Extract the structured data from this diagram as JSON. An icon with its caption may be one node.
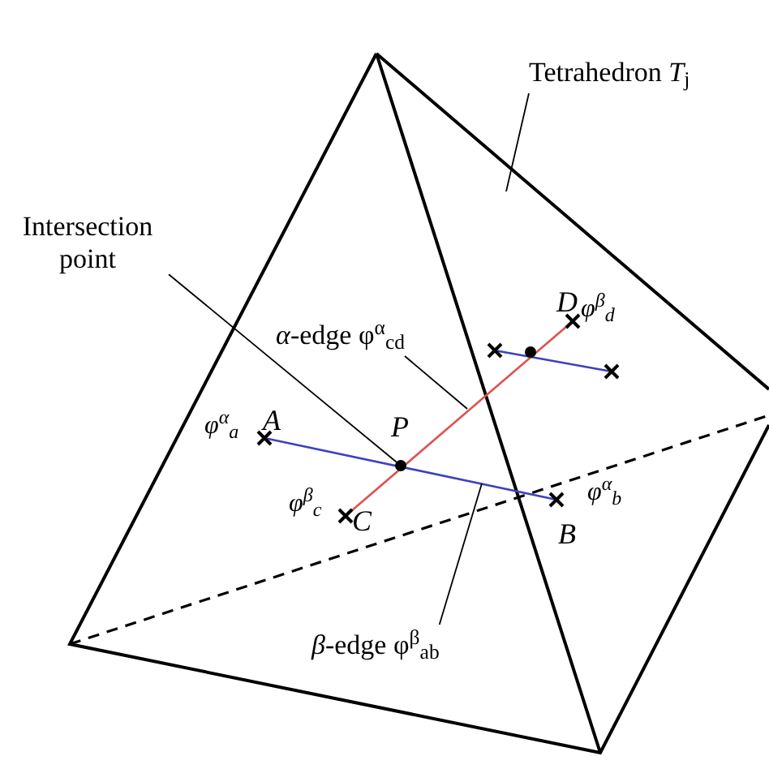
{
  "diagram": {
    "nodes": [
      {
        "text": [
          "Tetrahedron *T*$_{j}$"
        ]
      },
      {
        "text": [
          "Intersection point"
        ]
      },
      {
        "text": [
          "*α*-edge φ$^{α}$$_{cd}$"
        ]
      },
      {
        "text": [
          "*β*-edge φ$^{β}$$_{ab}$"
        ]
      },
      {
        "text": [],
        "shape": "circle"
      }
    ],
    "edges": [
      {
        "from": 0,
        "to": null,
        "arrow": "none"
      },
      {
        "from": 1,
        "to": 4,
        "arrow": "none"
      },
      {
        "from": 2,
        "to": null,
        "arrow": "none"
      },
      {
        "from": 3,
        "to": null,
        "arrow": "none"
      }
    ],
    "labels": [
      "D",
      "φ$^{β}$$_{d}$",
      "A",
      "φ$^{α}$$_{a}$",
      "P",
      "φ$^{β}$$_{c}$",
      "C",
      "φ$^{α}$$_{b}$",
      "B"
    ]
  }
}
